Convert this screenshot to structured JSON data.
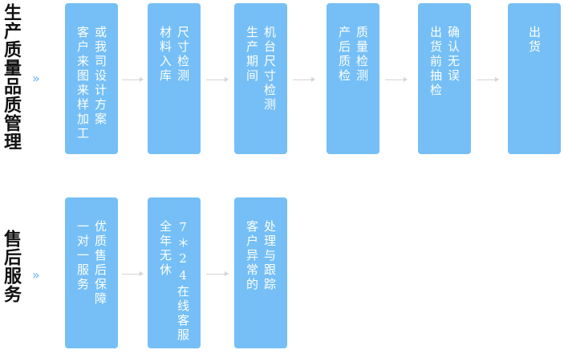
{
  "sections": {
    "production": {
      "title": "生产质量品质管理",
      "chevron": "»",
      "steps": [
        {
          "lines": [
            "或我司设计方案",
            "客户来图来样加工"
          ]
        },
        {
          "lines": [
            "尺寸检测",
            "材料入库"
          ]
        },
        {
          "lines": [
            "机台尺寸检测",
            "生产期间"
          ]
        },
        {
          "lines": [
            "质量检测",
            "产后质检"
          ]
        },
        {
          "lines": [
            "确认无误",
            "出货前抽检"
          ]
        },
        {
          "lines": [
            "出货"
          ]
        }
      ]
    },
    "after_sales": {
      "title": "售后服务",
      "chevron": "»",
      "steps": [
        {
          "lines": [
            "优质售后保障",
            "一对一服务"
          ]
        },
        {
          "lines": [
            "7＊24在线客服",
            "全年无休"
          ]
        },
        {
          "lines": [
            "处理与跟踪",
            "客户异常的"
          ]
        }
      ]
    }
  },
  "colors": {
    "card": "#75bff6",
    "chevron": "#69b3f2",
    "connector": "#d4d4d4"
  }
}
